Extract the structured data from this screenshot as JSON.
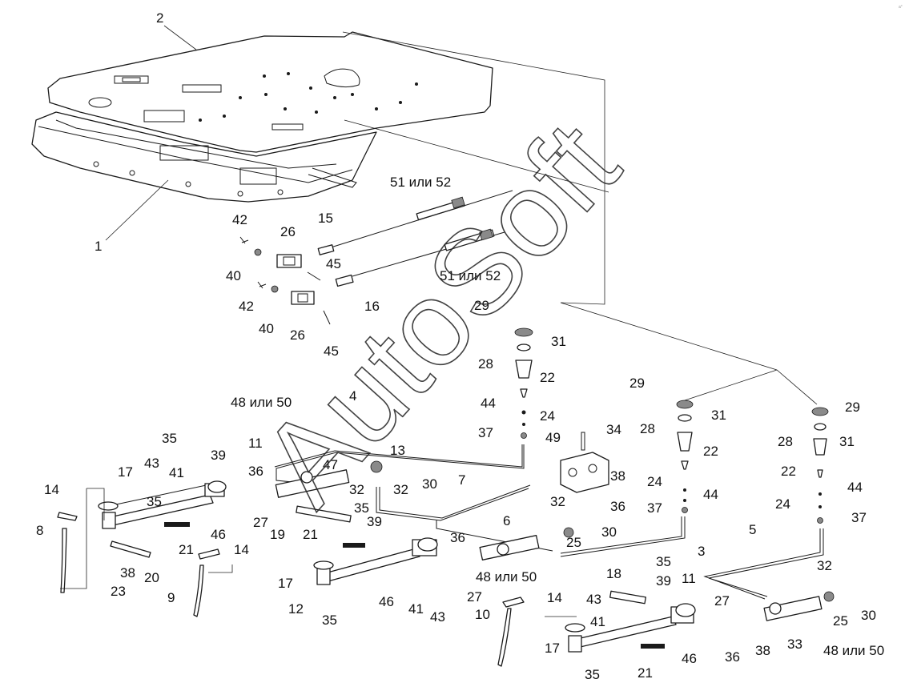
{
  "watermark": "AutoSoft",
  "corner_mark": "a°",
  "labels": {
    "l1": "1",
    "l2": "2",
    "l3": "3",
    "l4": "4",
    "l5": "5",
    "l6": "6",
    "l7": "7",
    "l8": "8",
    "l9": "9",
    "l10": "10",
    "l11a": "11",
    "l11b": "11",
    "l12": "12",
    "l13": "13",
    "l14a": "14",
    "l14b": "14",
    "l14c": "14",
    "l15": "15",
    "l16": "16",
    "l17a": "17",
    "l17b": "17",
    "l17c": "17",
    "l18": "18",
    "l19": "19",
    "l20": "20",
    "l21a": "21",
    "l21b": "21",
    "l21c": "21",
    "l22a": "22",
    "l22b": "22",
    "l22c": "22",
    "l23": "23",
    "l24a": "24",
    "l24b": "24",
    "l24c": "24",
    "l25a": "25",
    "l25b": "25",
    "l26a": "26",
    "l26b": "26",
    "l27a": "27",
    "l27b": "27",
    "l27c": "27",
    "l28a": "28",
    "l28b": "28",
    "l28c": "28",
    "l29a": "29",
    "l29b": "29",
    "l29c": "29",
    "l30a": "30",
    "l30b": "30",
    "l30c": "30",
    "l31a": "31",
    "l31b": "31",
    "l31c": "31",
    "l32a": "32",
    "l32b": "32",
    "l32c": "32",
    "l32d": "32",
    "l33": "33",
    "l34": "34",
    "l35a": "35",
    "l35b": "35",
    "l35c": "35",
    "l35d": "35",
    "l35e": "35",
    "l36a": "36",
    "l36b": "36",
    "l36c": "36",
    "l36d": "36",
    "l37a": "37",
    "l37b": "37",
    "l37c": "37",
    "l38a": "38",
    "l38b": "38",
    "l38c": "38",
    "l39a": "39",
    "l39b": "39",
    "l39c": "39",
    "l40a": "40",
    "l40b": "40",
    "l41a": "41",
    "l41b": "41",
    "l41c": "41",
    "l42a": "42",
    "l42b": "42",
    "l43a": "43",
    "l43b": "43",
    "l43c": "43",
    "l44a": "44",
    "l44b": "44",
    "l44c": "44",
    "l45a": "45",
    "l45b": "45",
    "l46a": "46",
    "l46b": "46",
    "l46c": "46",
    "l47": "47",
    "l48a": "48 или 50",
    "l48b": "48 или 50",
    "l48c": "48 или 50",
    "l49": "49",
    "l51a": "51 или 52",
    "l51b": "51 или 52"
  }
}
